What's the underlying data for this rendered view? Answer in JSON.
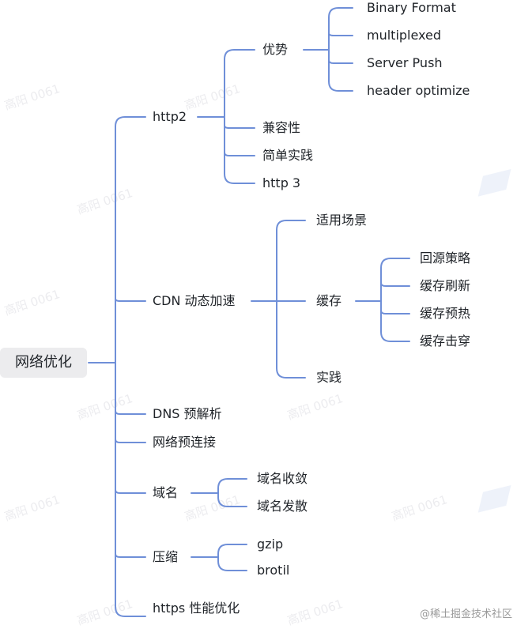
{
  "root": "网络优化",
  "branches": {
    "http2": "http2",
    "advantage": "优势",
    "binary": "Binary Format",
    "multiplexed": "multiplexed",
    "server_push": "Server Push",
    "header_opt": "header optimize",
    "compat": "兼容性",
    "simple_practice": "简单实践",
    "http3": "http 3",
    "cdn": "CDN 动态加速",
    "scenarios": "适用场景",
    "cache": "缓存",
    "origin_strategy": "回源策略",
    "cache_refresh": "缓存刷新",
    "cache_preheat": "缓存预热",
    "cache_penetrate": "缓存击穿",
    "practice": "实践",
    "dns": "DNS 预解析",
    "preconnect": "网络预连接",
    "domain": "域名",
    "domain_converge": "域名收敛",
    "domain_diverge": "域名发散",
    "compress": "压缩",
    "gzip": "gzip",
    "brotil": "brotil",
    "https": "https 性能优化"
  },
  "watermark": {
    "text": "高阳 0061",
    "credit": "@稀土掘金技术社区"
  },
  "colors": {
    "line": "#6f8fd8",
    "root_bg": "#ececee"
  }
}
